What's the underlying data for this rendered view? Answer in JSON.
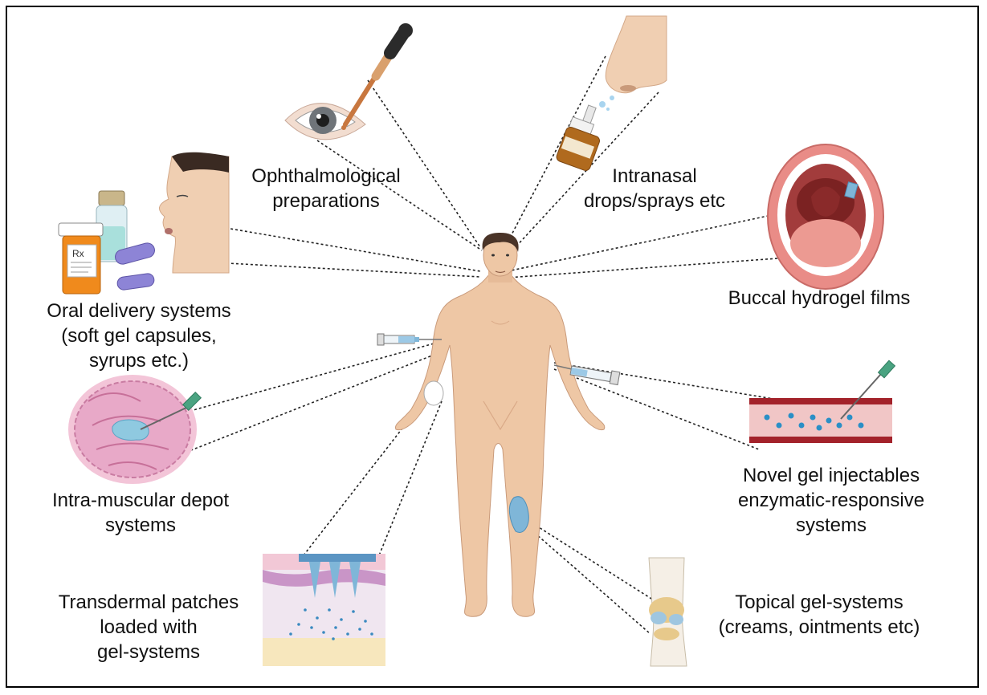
{
  "labels": {
    "ophthalmic": [
      "Ophthalmological",
      "preparations"
    ],
    "intranasal": [
      "Intranasal",
      "drops/sprays etc"
    ],
    "buccal": [
      "Buccal hydrogel films"
    ],
    "oral": [
      "Oral delivery systems",
      "(soft gel capsules,",
      "syrups etc.)"
    ],
    "intramuscular": [
      "Intra-muscular depot",
      "systems"
    ],
    "injectables": [
      "Novel gel injectables",
      "enzymatic-responsive",
      "systems"
    ],
    "transdermal": [
      "Transdermal patches",
      "loaded with",
      "gel-systems"
    ],
    "topical": [
      "Topical gel-systems",
      "(creams, ointments etc)"
    ]
  },
  "pill_label": "Rx",
  "colors": {
    "skin": "#eec7a5",
    "skin_shade": "#d9a987",
    "hair": "#4a3428",
    "gel_blue": "#7fb6d8",
    "vessel": "#a3222a",
    "vessel_inner": "#f1c6c6",
    "dots": "#2a8fc6",
    "muscle": "#e8a9c8",
    "orange_bottle": "#f08a1c",
    "capsule": "#8d84d6"
  },
  "icons": [
    "human-figure-icon",
    "eye-dropper-icon",
    "nose-spray-icon",
    "open-mouth-icon",
    "face-pills-icon",
    "muscle-tissue-icon",
    "syringe-icon",
    "blood-vessel-icon",
    "skin-patch-icon",
    "knee-icon"
  ]
}
